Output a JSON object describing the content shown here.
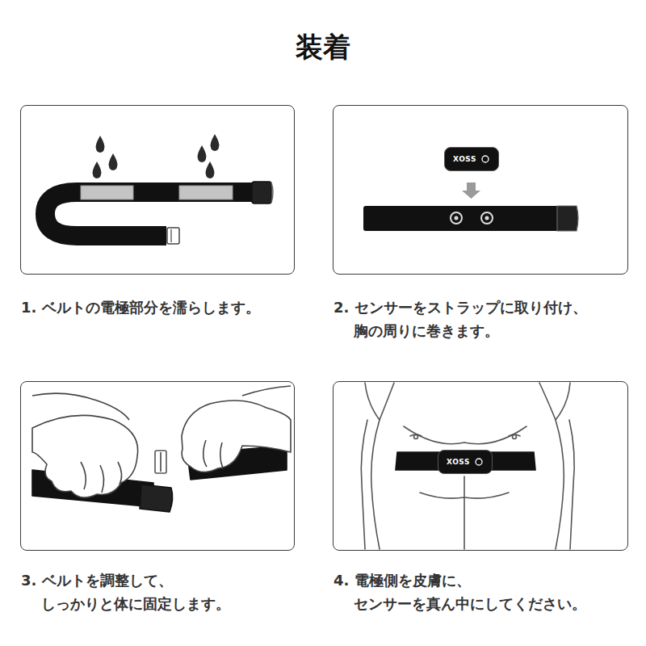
{
  "diagram": {
    "title": "装着",
    "nodes": [
      {
        "text": [
          "1. ベルトの電極部分を濡らします。"
        ]
      },
      {
        "text": [
          "2. センサーをストラップに取り付け、 胸の周りに巻きます。"
        ]
      },
      {
        "text": [
          "XOSS"
        ],
        "in": 1
      },
      {
        "text": [
          "3. ベルトを調整して、 しっかりと体に固定します。"
        ]
      },
      {
        "text": [
          "4. 電極側を皮膚に、 センサーを真ん中にしてください。"
        ]
      },
      {
        "text": [
          "XOSS"
        ],
        "in": 4
      }
    ]
  }
}
